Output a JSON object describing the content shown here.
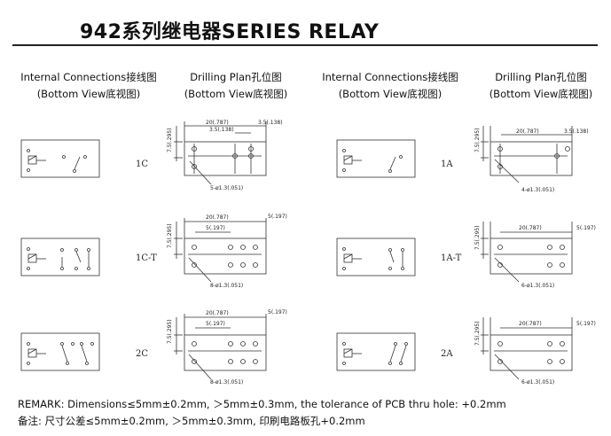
{
  "title": "942系列继电器SERIES RELAY",
  "headers": {
    "internal_en": "Internal Connections接线图",
    "drilling_en": "Drilling Plan孔位图",
    "bottom_view": "(Bottom View底视图)"
  },
  "rows": [
    {
      "code_left": "1C",
      "code_right": "1A"
    },
    {
      "code_left": "1C-T",
      "code_right": "1A-T"
    },
    {
      "code_left": "2C",
      "code_right": "2A"
    }
  ],
  "dims": {
    "d20": "20(.787)",
    "d35": "3.5(.138)",
    "d5": "5(.197)",
    "d75": "7.5(.295)",
    "holes": [
      "5-ø1.3(.051)",
      "4-ø1.3(.051)",
      "8-ø1.3(.051)",
      "6-ø1.3(.051)",
      "8-ø1.3(.051)",
      "6-ø1.3(.051)"
    ]
  },
  "remark": {
    "en": "REMARK: Dimensions≤5mm±0.2mm,  ＞5mm±0.3mm,  the tolerance of PCB thru hole: +0.2mm",
    "cn": "备注: 尺寸公差≤5mm±0.2mm,  ＞5mm±0.3mm,  印刷电路板孔+0.2mm"
  }
}
